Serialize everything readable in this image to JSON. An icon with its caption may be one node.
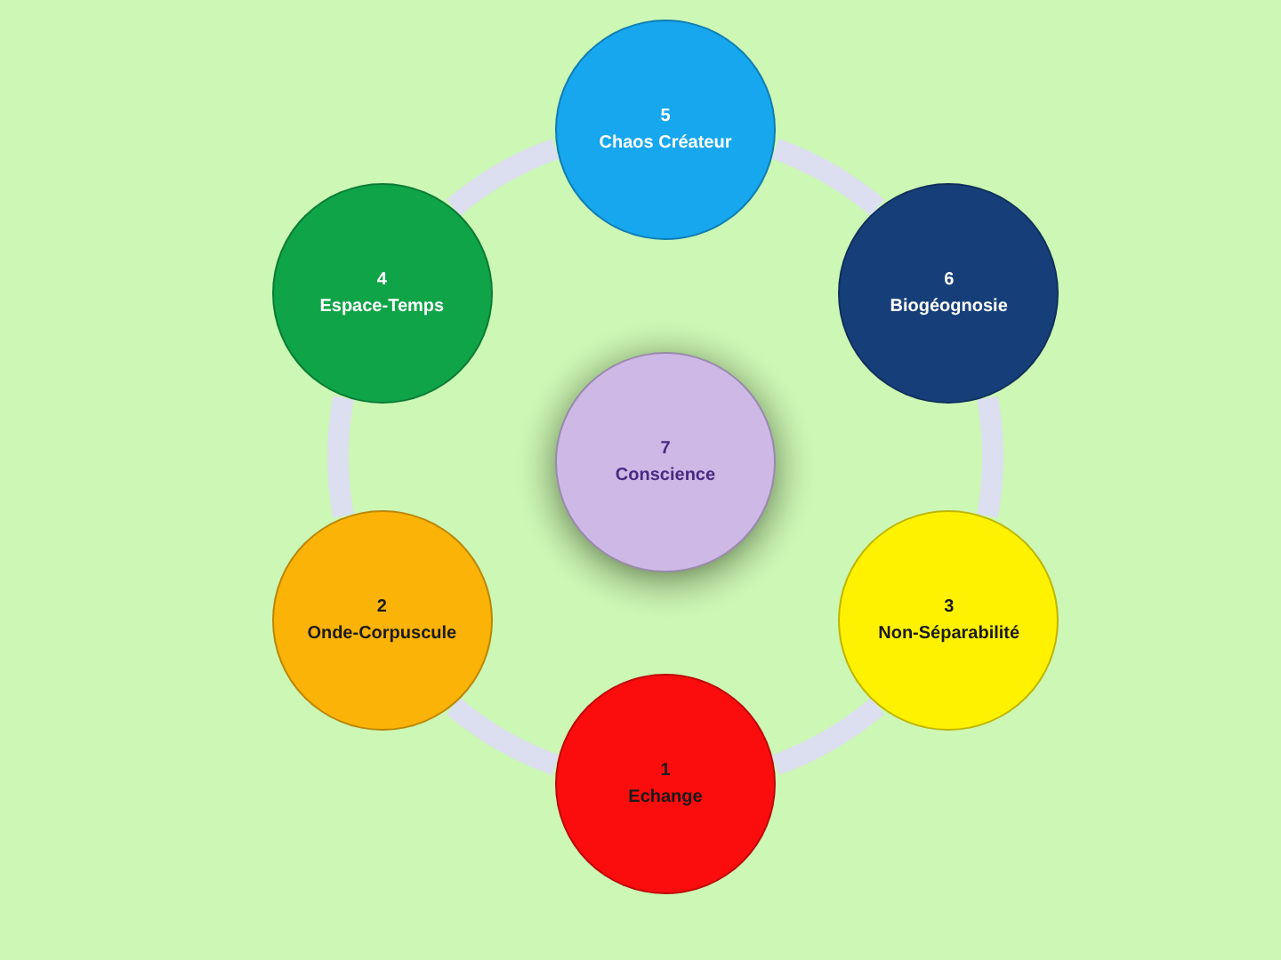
{
  "diagram": {
    "nodes": [
      {
        "text": [
          "5",
          "Chaos Créateur"
        ]
      },
      {
        "text": [
          "4",
          "Espace-Temps"
        ]
      },
      {
        "text": [
          "6",
          "Biogéognosie"
        ]
      },
      {
        "text": [
          "7",
          "Conscience"
        ]
      },
      {
        "text": [
          "2",
          "Onde-Corpuscule"
        ]
      },
      {
        "text": [
          "3",
          "Non-Séparabilité"
        ]
      },
      {
        "text": [
          "1",
          "Echange"
        ]
      }
    ],
    "edges": [
      {
        "from": 6,
        "to": 4,
        "arrow": "none"
      },
      {
        "from": 4,
        "to": 1,
        "arrow": "none"
      },
      {
        "from": 1,
        "to": 0,
        "arrow": "none"
      },
      {
        "from": 0,
        "to": 2,
        "arrow": "none"
      },
      {
        "from": 2,
        "to": 5,
        "arrow": "none"
      },
      {
        "from": 5,
        "to": 6,
        "arrow": "none"
      }
    ]
  }
}
